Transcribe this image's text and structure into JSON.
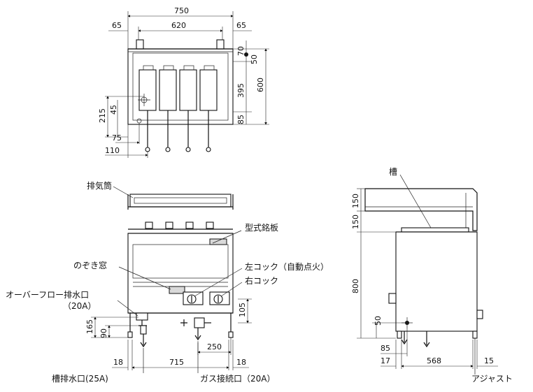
{
  "top_view": {
    "dims": {
      "overall_width": "750",
      "left_margin": "65",
      "inner_width": "620",
      "right_margin": "65",
      "top_offset": "70",
      "small_offset": "50",
      "depth_inner": "395",
      "depth_total": "600",
      "front_offset": "85",
      "side_height": "215",
      "side_small": "45",
      "front_x_small": "75",
      "front_x_large": "110"
    }
  },
  "front_view": {
    "labels": {
      "exhaust": "排気筒",
      "rating_plate": "型式銘板",
      "sight_window": "のぞき窓",
      "left_cock": "左コック（自動点火）",
      "right_cock": "右コック",
      "overflow_drain": "オーバーフロー排水口",
      "overflow_drain_size": "（20A）",
      "tank_drain": "槽排水口(25A)",
      "gas_inlet": "ガス接続口（20A）"
    },
    "dims": {
      "h105": "105",
      "h165": "165",
      "h90": "90",
      "w250": "250",
      "left_18": "18",
      "width_715": "715",
      "right_18": "18"
    }
  },
  "side_view": {
    "labels": {
      "tank": "槽",
      "adjuster": "アジャスト"
    },
    "dims": {
      "h150a": "150",
      "h150b": "150",
      "h800": "800",
      "h50": "50",
      "d85": "85",
      "d17": "17",
      "d568": "568",
      "d15": "15"
    }
  }
}
